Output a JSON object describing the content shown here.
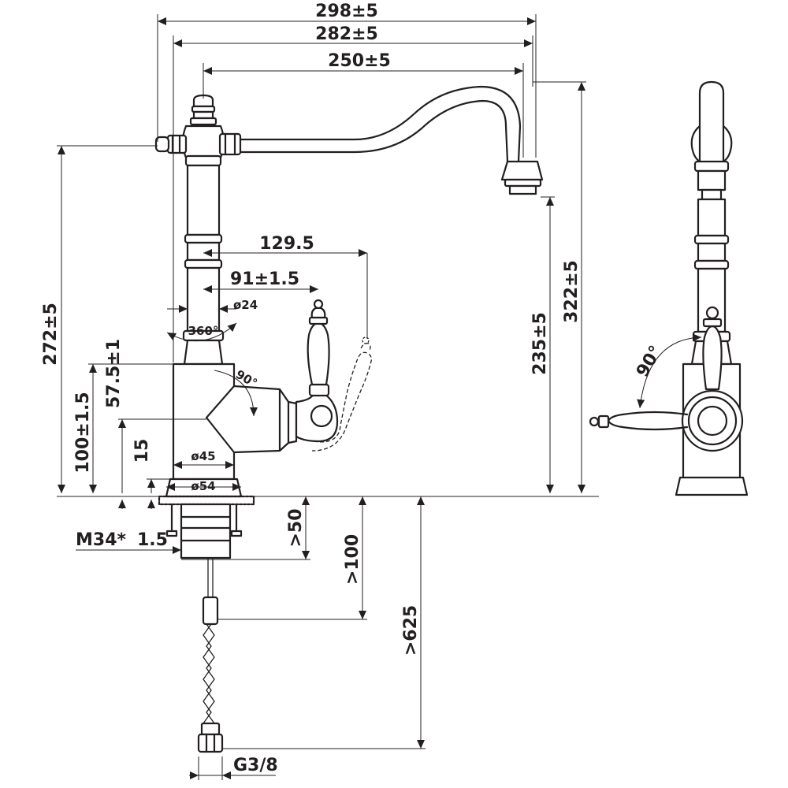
{
  "dimensions": {
    "overall_reach": "298±5",
    "reach_mid": "282±5",
    "reach_spout": "250±5",
    "handle_reach": "129.5",
    "handle_axis": "91±1.5",
    "body_diameter": "ø24",
    "rotation": "360°",
    "lever_angle": "90°",
    "base_diameter_45": "ø45",
    "base_diameter_54": "ø54",
    "height_total": "272±5",
    "height_lever": "57.5±1",
    "height_body": "100±1.5",
    "base_height": "15",
    "spout_clearance": "235±5",
    "total_height_side": "322±5",
    "side_lever_angle": "90°",
    "thread": "M34*",
    "thread_pitch": "1.5",
    "worktop_min": ">50",
    "shank_min": ">100",
    "hose_length": ">625",
    "connection": "G3/8"
  }
}
